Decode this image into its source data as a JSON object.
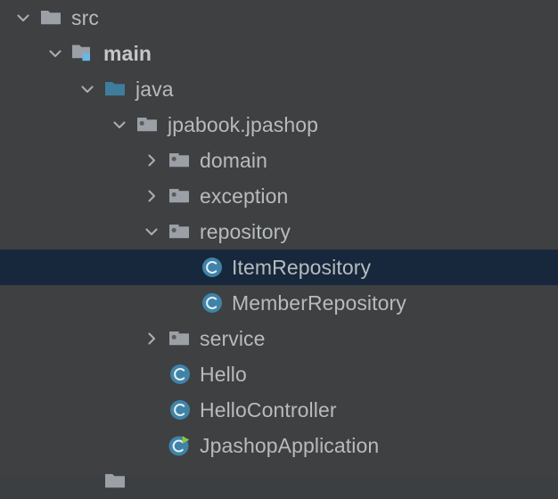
{
  "theme": {
    "background": "#3e4042",
    "selection_background": "#17283c",
    "text_color": "#b7bbbd",
    "folder_gray": "#9aa0a6",
    "folder_blue": "#3f7c9e",
    "badge_blue": "#6cb6e3",
    "class_icon_blue": "#3f83a8",
    "run_arrow_green": "#8bc34a"
  },
  "tree": {
    "name": "project-file-tree",
    "rows": [
      {
        "label": "src",
        "icon": "folder-icon",
        "toggle": "chevron-down-icon",
        "depth": 0,
        "selected": false,
        "bold": false
      },
      {
        "label": "main",
        "icon": "source-root-folder-icon",
        "toggle": "chevron-down-icon",
        "depth": 1,
        "selected": false,
        "bold": true
      },
      {
        "label": "java",
        "icon": "java-source-folder-icon",
        "toggle": "chevron-down-icon",
        "depth": 2,
        "selected": false,
        "bold": false
      },
      {
        "label": "jpabook.jpashop",
        "icon": "package-icon",
        "toggle": "chevron-down-icon",
        "depth": 3,
        "selected": false,
        "bold": false
      },
      {
        "label": "domain",
        "icon": "package-icon",
        "toggle": "chevron-right-icon",
        "depth": 4,
        "selected": false,
        "bold": false
      },
      {
        "label": "exception",
        "icon": "package-icon",
        "toggle": "chevron-right-icon",
        "depth": 4,
        "selected": false,
        "bold": false
      },
      {
        "label": "repository",
        "icon": "package-icon",
        "toggle": "chevron-down-icon",
        "depth": 4,
        "selected": false,
        "bold": false
      },
      {
        "label": "ItemRepository",
        "icon": "java-class-icon",
        "toggle": "none",
        "depth": 5,
        "selected": true,
        "bold": false
      },
      {
        "label": "MemberRepository",
        "icon": "java-class-icon",
        "toggle": "none",
        "depth": 5,
        "selected": false,
        "bold": false
      },
      {
        "label": "service",
        "icon": "package-icon",
        "toggle": "chevron-right-icon",
        "depth": 4,
        "selected": false,
        "bold": false
      },
      {
        "label": "Hello",
        "icon": "java-class-icon",
        "toggle": "none",
        "depth": 4,
        "selected": false,
        "bold": false
      },
      {
        "label": "HelloController",
        "icon": "java-class-icon",
        "toggle": "none",
        "depth": 4,
        "selected": false,
        "bold": false
      },
      {
        "label": "JpashopApplication",
        "icon": "java-class-runnable-icon",
        "toggle": "none",
        "depth": 4,
        "selected": false,
        "bold": false
      },
      {
        "label": "",
        "icon": "folder-icon",
        "toggle": "none",
        "depth": 2,
        "selected": false,
        "bold": false
      }
    ]
  }
}
